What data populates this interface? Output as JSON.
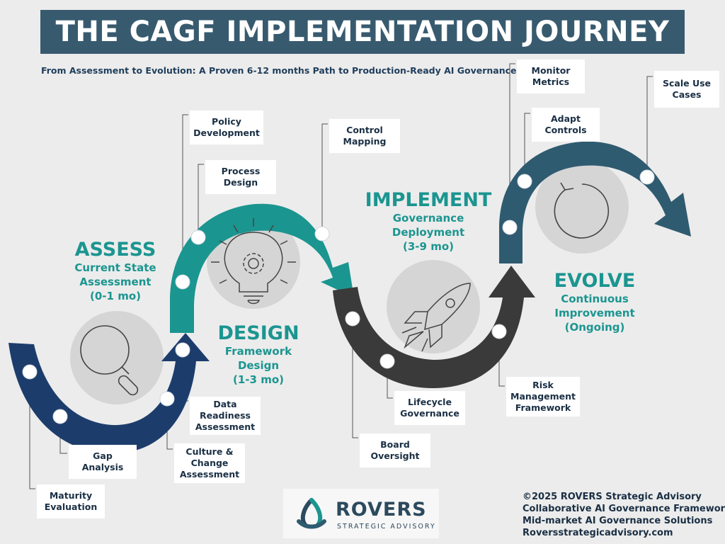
{
  "title": "THE CAGF IMPLEMENTATION JOURNEY",
  "subtitle": "From Assessment to Evolution: A Proven 6-12 months Path to Production-Ready AI Governance",
  "colors": {
    "title_bg": "#385a6f",
    "assess": "#1c3d6c",
    "design": "#1b9590",
    "implement": "#3a3a3a",
    "evolve": "#2f5b71",
    "card_text": "#1a2f44"
  },
  "phases": {
    "assess": {
      "name": "ASSESS",
      "desc1": "Current State",
      "desc2": "Assessment",
      "desc3": "(0-1 mo)",
      "icon": "magnifier-icon"
    },
    "design": {
      "name": "DESIGN",
      "desc1": "Framework",
      "desc2": "Design",
      "desc3": "(1-3 mo)",
      "icon": "lightbulb-gear-icon"
    },
    "implement": {
      "name": "IMPLEMENT",
      "desc1": "Governance",
      "desc2": "Deployment",
      "desc3": "(3-9 mo)",
      "icon": "rocket-icon"
    },
    "evolve": {
      "name": "EVOLVE",
      "desc1": "Continuous",
      "desc2": "Improvement",
      "desc3": "(Ongoing)",
      "icon": "cycle-arrow-icon"
    }
  },
  "cards": {
    "maturity": {
      "l1": "Maturity",
      "l2": "Evaluation"
    },
    "gap": {
      "l1": "Gap",
      "l2": "Analysis"
    },
    "culture": {
      "l1": "Culture &",
      "l2": "Change",
      "l3": "Assessment"
    },
    "data_readiness": {
      "l1": "Data",
      "l2": "Readiness",
      "l3": "Assessment"
    },
    "policy": {
      "l1": "Policy",
      "l2": "Development"
    },
    "process": {
      "l1": "Process",
      "l2": "Design"
    },
    "control": {
      "l1": "Control",
      "l2": "Mapping"
    },
    "board": {
      "l1": "Board",
      "l2": "Oversight"
    },
    "lifecycle": {
      "l1": "Lifecycle",
      "l2": "Governance"
    },
    "risk": {
      "l1": "Risk",
      "l2": "Management",
      "l3": "Framework"
    },
    "monitor": {
      "l1": "Monitor",
      "l2": "Metrics"
    },
    "adapt": {
      "l1": "Adapt",
      "l2": "Controls"
    },
    "scale": {
      "l1": "Scale Use",
      "l2": "Cases"
    }
  },
  "logo": {
    "brand": "ROVERS",
    "tagline": "STRATEGIC ADVISORY",
    "icon": "triquetra-icon"
  },
  "footer": {
    "line1": "©2025 ROVERS Strategic Advisory",
    "line2": "Collaborative AI Governance Framework",
    "line3": "Mid-market AI Governance Solutions",
    "line4": "Roversstrategicadvisory.com"
  }
}
